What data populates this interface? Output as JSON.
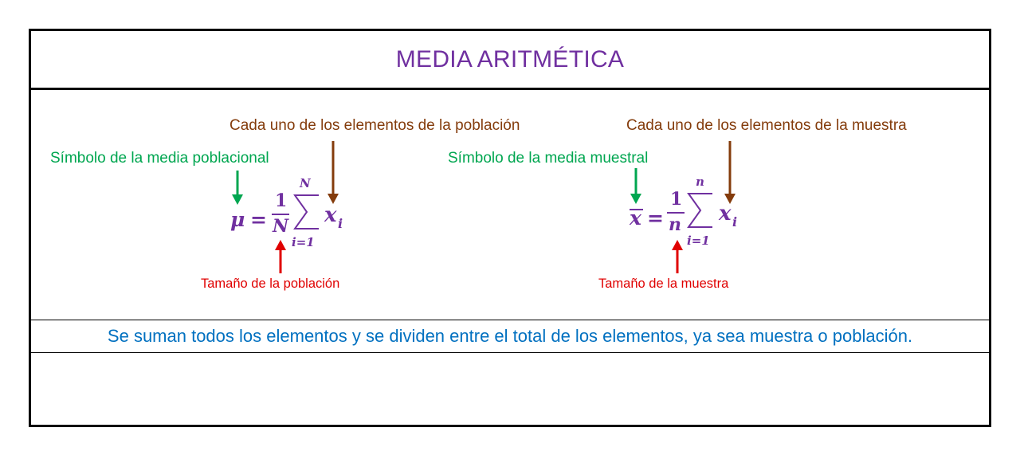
{
  "title": "MEDIA ARITMÉTICA",
  "population": {
    "elements_label": "Cada uno de los elementos de la población",
    "symbol_label": "Símbolo de la media poblacional",
    "size_label": "Tamaño de la población",
    "formula": {
      "mean_symbol": "μ",
      "equals": "=",
      "numerator": "1",
      "denominator": "N",
      "sum_upper": "N",
      "sum_lower": "i=1",
      "term": "x",
      "term_sub": "i"
    }
  },
  "sample": {
    "elements_label": "Cada uno de los elementos de la muestra",
    "symbol_label": "Símbolo de la media muestral",
    "size_label": "Tamaño de la muestra",
    "formula": {
      "mean_symbol": "x",
      "equals": "=",
      "numerator": "1",
      "denominator": "n",
      "sum_upper": "n",
      "sum_lower": "i=1",
      "term": "x",
      "term_sub": "i"
    }
  },
  "note": "Se suman todos los elementos y se dividen entre el total de los elementos, ya sea muestra o población.",
  "colors": {
    "title": "#7030A0",
    "math": "#7030A0",
    "elements_label": "#843C0C",
    "symbol_label": "#00A650",
    "size_label": "#E00000",
    "note": "#0070C0",
    "border": "#000000"
  }
}
